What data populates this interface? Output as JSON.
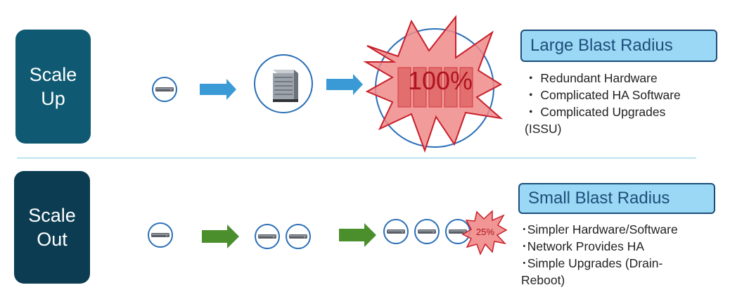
{
  "scale_up": {
    "label": "Scale\nUp",
    "box_color": "#0f5a72",
    "burst_percent": "100%",
    "title": "Large Blast Radius",
    "bullets": [
      "・ Redundant Hardware",
      "・ Complicated HA Software",
      "・ Complicated Upgrades\n    (ISSU)"
    ]
  },
  "scale_out": {
    "label": "Scale\nOut",
    "box_color": "#0b3c52",
    "burst_percent": "25%",
    "title": "Small Blast Radius",
    "bullets": [
      "･Simpler Hardware/Software",
      "･Network Provides HA",
      "･Simple Upgrades (Drain-\n  Reboot)"
    ]
  },
  "colors": {
    "circle_stroke": "#2b6fb6",
    "blue_arrow": "#3a9ad6",
    "green_arrow": "#4a8f2c",
    "burst_fill": "#f08a8a",
    "burst_stroke": "#c8202a",
    "burst_text": "#b0141e",
    "title_fill": "#9bd8f5"
  },
  "icons": {
    "switch": "network-switch-icon",
    "chassis": "chassis-router-icon"
  }
}
